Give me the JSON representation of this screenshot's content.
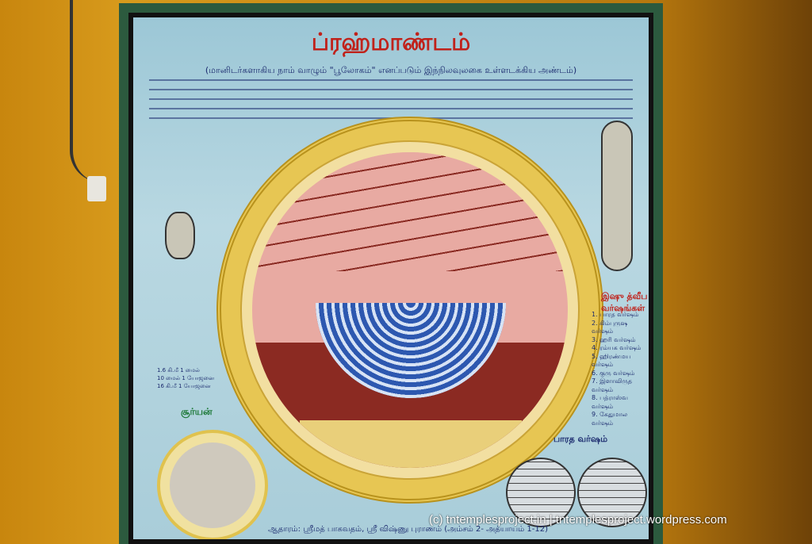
{
  "poster": {
    "title": "ப்ரஹ்மாண்டம்",
    "subtitle": "(மானிடர்களாகிய நாம் வாழும் \"பூலோகம்\" எனப்படும் இந்நிலவுலகை உள்ளடக்கிய அண்டம்)",
    "sun_label": "சூர்யன்",
    "bharata_label": "பாரத வர்ஷம்",
    "varsha_heading": "இஷு த்வீப வர்ஷங்கள்",
    "varshas": [
      "1. பாரத வர்ஷம்",
      "2. கிம்புருஷ வர்ஷம்",
      "3. ஹரி வர்ஷம்",
      "4. ரம்யக வர்ஷம்",
      "5. ஹிரண்மய வர்ஷம்",
      "6. குரு வர்ஷம்",
      "7. இளாவிருத வர்ஷம்",
      "8. பத்ராஸ்வ வர்ஷம்",
      "9. கேதுமால வர்ஷம்"
    ],
    "legend": [
      "1.6 கி.மீ   1 மைல்",
      "10 மைல்   1 யோஜனை",
      "16 கி.மீ   1 யோஜனை"
    ],
    "source": "ஆதாரம்: ஸ்ரீமத் பாகவதம், ஸ்ரீ விஷ்ணு புராணம் (அம்சம் 2- அத்யாயம் 1-12)"
  },
  "watermark": "(c) tntemplesproject.in | tntemplesproject.wordpress.com"
}
